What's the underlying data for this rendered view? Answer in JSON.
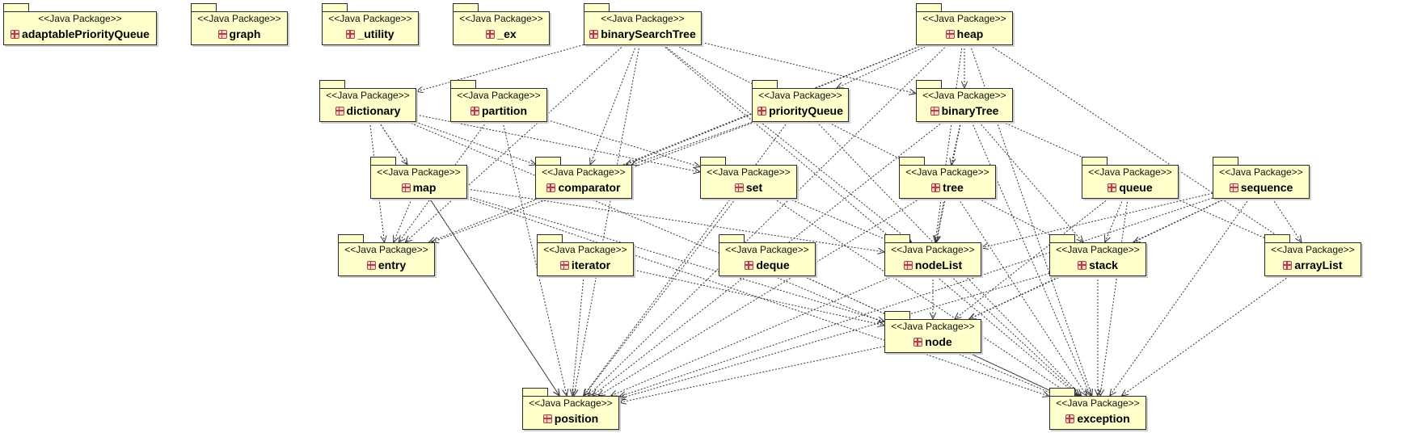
{
  "diagram": {
    "stereotype": "<<Java Package>>",
    "packages": [
      {
        "id": "adaptablePriorityQueue",
        "name": "adaptablePriorityQueue"
      },
      {
        "id": "graph",
        "name": "graph"
      },
      {
        "id": "_utility",
        "name": "_utility"
      },
      {
        "id": "_ex",
        "name": "_ex"
      },
      {
        "id": "binarySearchTree",
        "name": "binarySearchTree"
      },
      {
        "id": "heap",
        "name": "heap"
      },
      {
        "id": "dictionary",
        "name": "dictionary"
      },
      {
        "id": "partition",
        "name": "partition"
      },
      {
        "id": "priorityQueue",
        "name": "priorityQueue"
      },
      {
        "id": "binaryTree",
        "name": "binaryTree"
      },
      {
        "id": "map",
        "name": "map"
      },
      {
        "id": "comparator",
        "name": "comparator"
      },
      {
        "id": "set",
        "name": "set"
      },
      {
        "id": "tree",
        "name": "tree"
      },
      {
        "id": "queue",
        "name": "queue"
      },
      {
        "id": "sequence",
        "name": "sequence"
      },
      {
        "id": "entry",
        "name": "entry"
      },
      {
        "id": "iterator",
        "name": "iterator"
      },
      {
        "id": "deque",
        "name": "deque"
      },
      {
        "id": "nodeList",
        "name": "nodeList"
      },
      {
        "id": "stack",
        "name": "stack"
      },
      {
        "id": "arrayList",
        "name": "arrayList"
      },
      {
        "id": "node",
        "name": "node"
      },
      {
        "id": "position",
        "name": "position"
      },
      {
        "id": "exception",
        "name": "exception"
      }
    ],
    "dependencies": [
      [
        "binarySearchTree",
        "dictionary"
      ],
      [
        "binarySearchTree",
        "comparator"
      ],
      [
        "binarySearchTree",
        "binaryTree"
      ],
      [
        "binarySearchTree",
        "entry"
      ],
      [
        "binarySearchTree",
        "position"
      ],
      [
        "binarySearchTree",
        "nodeList"
      ],
      [
        "binarySearchTree",
        "exception"
      ],
      [
        "binarySearchTree",
        "stack"
      ],
      [
        "heap",
        "binaryTree"
      ],
      [
        "heap",
        "priorityQueue"
      ],
      [
        "heap",
        "comparator"
      ],
      [
        "heap",
        "entry"
      ],
      [
        "heap",
        "position"
      ],
      [
        "heap",
        "nodeList"
      ],
      [
        "heap",
        "exception"
      ],
      [
        "heap",
        "arrayList"
      ],
      [
        "dictionary",
        "entry"
      ],
      [
        "dictionary",
        "map"
      ],
      [
        "dictionary",
        "comparator"
      ],
      [
        "dictionary",
        "set"
      ],
      [
        "dictionary",
        "position"
      ],
      [
        "dictionary",
        "exception"
      ],
      [
        "partition",
        "entry"
      ],
      [
        "partition",
        "set"
      ],
      [
        "partition",
        "position"
      ],
      [
        "priorityQueue",
        "comparator"
      ],
      [
        "priorityQueue",
        "entry"
      ],
      [
        "priorityQueue",
        "position"
      ],
      [
        "priorityQueue",
        "exception"
      ],
      [
        "binaryTree",
        "tree"
      ],
      [
        "binaryTree",
        "nodeList"
      ],
      [
        "binaryTree",
        "stack"
      ],
      [
        "binaryTree",
        "position"
      ],
      [
        "binaryTree",
        "arrayList"
      ],
      [
        "binaryTree",
        "exception"
      ],
      [
        "map",
        "entry"
      ],
      [
        "map",
        "nodeList"
      ],
      [
        "map",
        "position"
      ],
      [
        "map",
        "exception"
      ],
      [
        "map",
        "node"
      ],
      [
        "set",
        "nodeList"
      ],
      [
        "set",
        "position"
      ],
      [
        "set",
        "exception"
      ],
      [
        "tree",
        "nodeList"
      ],
      [
        "tree",
        "position"
      ],
      [
        "tree",
        "exception"
      ],
      [
        "queue",
        "stack"
      ],
      [
        "queue",
        "node"
      ],
      [
        "queue",
        "exception"
      ],
      [
        "sequence",
        "arrayList"
      ],
      [
        "sequence",
        "nodeList"
      ],
      [
        "sequence",
        "stack"
      ],
      [
        "sequence",
        "node"
      ],
      [
        "sequence",
        "position"
      ],
      [
        "sequence",
        "exception"
      ],
      [
        "iterator",
        "position"
      ],
      [
        "iterator",
        "node"
      ],
      [
        "deque",
        "node"
      ],
      [
        "deque",
        "exception"
      ],
      [
        "nodeList",
        "node"
      ],
      [
        "nodeList",
        "position"
      ],
      [
        "nodeList",
        "exception"
      ],
      [
        "stack",
        "node"
      ],
      [
        "stack",
        "position"
      ],
      [
        "stack",
        "exception"
      ],
      [
        "arrayList",
        "exception"
      ],
      [
        "node",
        "position"
      ],
      [
        "node",
        "exception"
      ]
    ]
  },
  "colors": {
    "package_fill": "#ffffcc",
    "package_border": "#2a2a2a",
    "package_icon": "#a44444",
    "edge": "#333333"
  }
}
